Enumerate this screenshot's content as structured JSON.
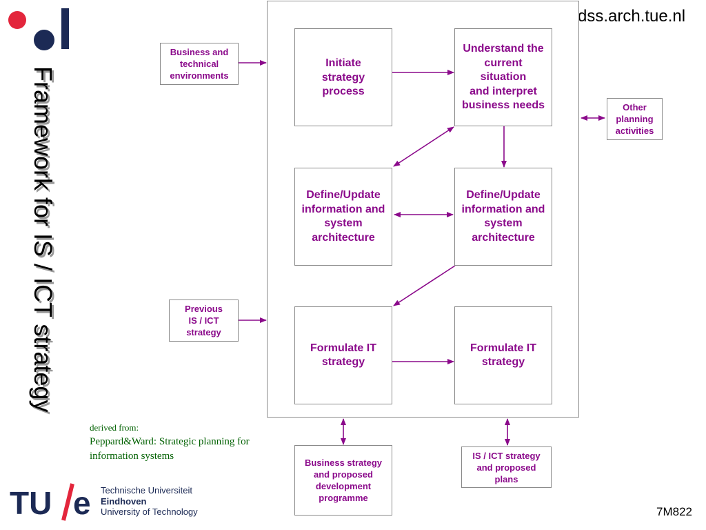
{
  "header": {
    "url": "dss.arch.tue.nl",
    "title": "Framework for IS / ICT strategy"
  },
  "colors": {
    "accent": "#8b0a8b",
    "logo_red": "#e3263c",
    "logo_navy": "#1c2a55",
    "citation": "#006000"
  },
  "inputs": {
    "business_env": "Business and\ntechnical\nenvironments",
    "previous": "Previous\nIS / ICT\nstrategy",
    "other_planning": "Other\nplanning\nactivities"
  },
  "steps": {
    "initiate": "Initiate\nstrategy\nprocess",
    "understand": "Understand the\ncurrent\nsituation\nand interpret\nbusiness needs",
    "define_left": "Define/Update\ninformation and\nsystem\narchitecture",
    "define_right": "Define/Update\ninformation and\nsystem\narchitecture",
    "formulate_left": "Formulate IT\nstrategy",
    "formulate_right": "Formulate IT\nstrategy"
  },
  "outputs": {
    "business_strategy": "Business strategy\nand proposed\ndevelopment\nprogramme",
    "ict_plans": "IS / ICT strategy\nand proposed\nplans"
  },
  "citation": {
    "label": "derived from:",
    "text": "Peppard&Ward: Strategic planning for information systems"
  },
  "footer": {
    "logo_text": "TU/e",
    "university_lines": [
      "Technische Universiteit",
      "Eindhoven",
      "University of Technology"
    ],
    "course_code": "7M822"
  },
  "icons": {
    "logo_mark": "dot-bar-logo-icon"
  }
}
